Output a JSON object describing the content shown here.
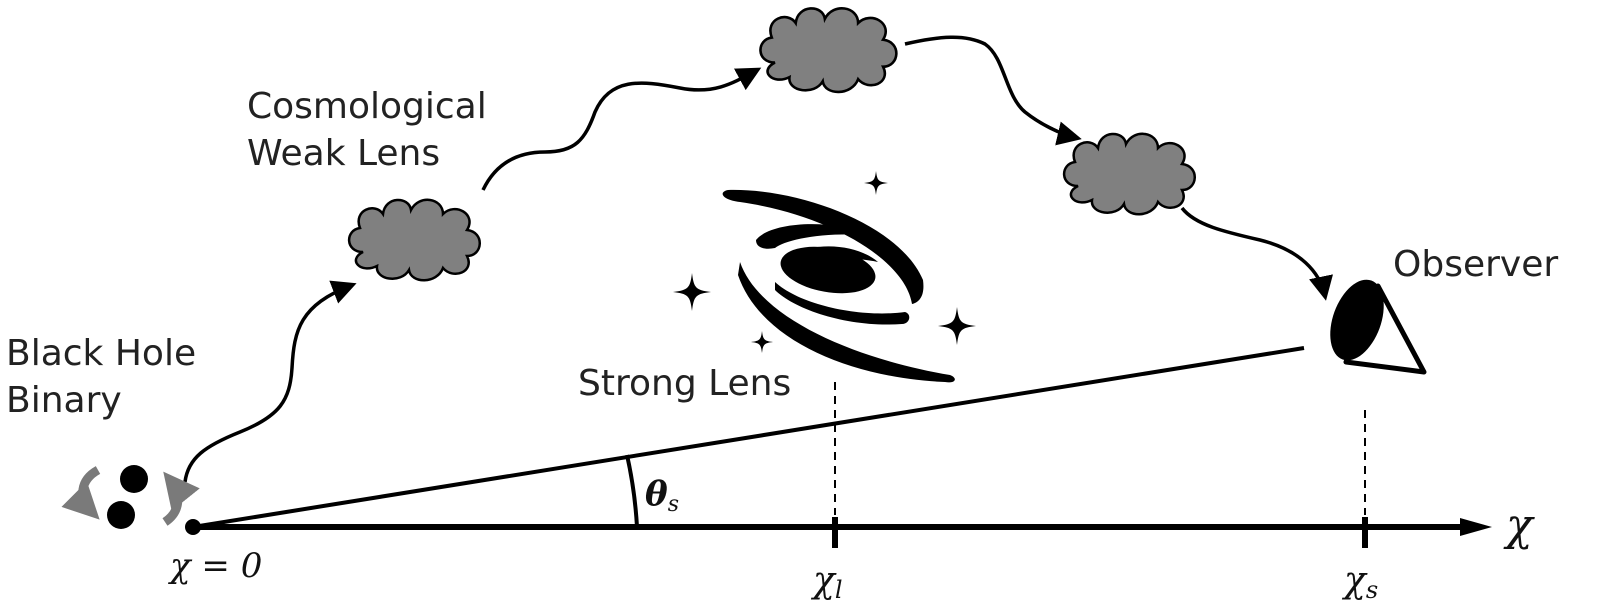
{
  "labels": {
    "black_hole": [
      "Black Hole",
      "Binary"
    ],
    "weak_lens": [
      "Cosmological",
      "Weak Lens"
    ],
    "strong_lens": "Strong Lens",
    "observer": "Observer"
  },
  "math": {
    "origin": "χ = 0",
    "axis": "χ",
    "lens_pos": "χ",
    "lens_sub": "l",
    "source_pos": "χ",
    "source_sub": "s",
    "angle": "θ",
    "angle_sub": "s"
  },
  "colors": {
    "line": "#000000",
    "cloud_fill": "#808080",
    "orbit_arrow": "#7a7a7a"
  }
}
